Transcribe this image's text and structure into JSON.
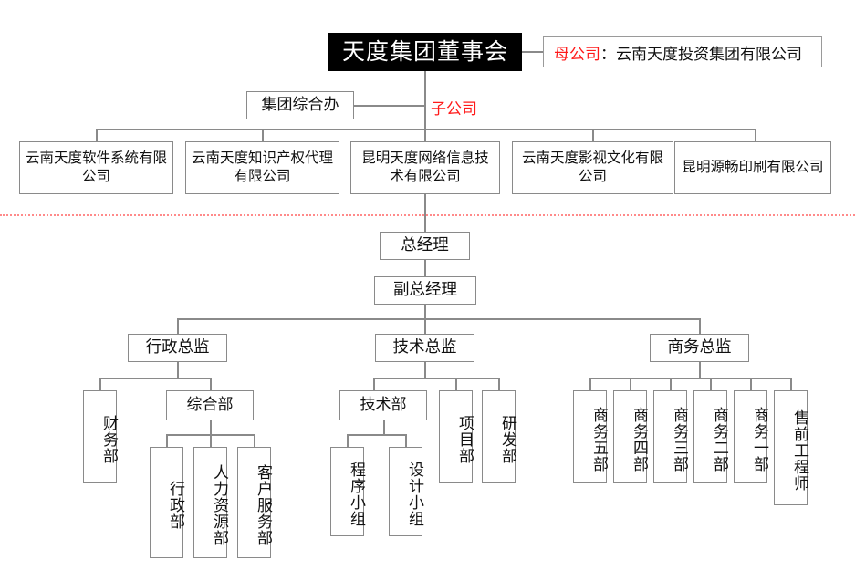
{
  "chart": {
    "title": "天度集团董事会",
    "parent_label": "母公司",
    "parent_sep": "：",
    "parent_company": "云南天度投资集团有限公司",
    "sub_label": "子公司",
    "group_office": "集团综合办",
    "subsidiaries": [
      "云南天度软件系统有限公司",
      "云南天度知识产权代理有限公司",
      "昆明天度网络信息技术有限公司",
      "云南天度影视文化有限公司",
      "昆明源畅印刷有限公司"
    ],
    "general_manager": "总经理",
    "deputy_general_manager": "副总经理",
    "directors": [
      "行政总监",
      "技术总监",
      "商务总监"
    ],
    "admin_departments": [
      "财务部",
      "综合部"
    ],
    "admin_sub_departments": [
      "行政部",
      "人力资源部",
      "客户服务部"
    ],
    "tech_departments": [
      "技术部",
      "项目部",
      "研发部"
    ],
    "tech_sub_groups": [
      "程序小组",
      "设计小组"
    ],
    "business_departments": [
      "商务五部",
      "商务四部",
      "商务三部",
      "商务二部",
      "商务一部",
      "售前工程师"
    ]
  },
  "colors": {
    "header_bg": "#000000",
    "header_text": "#ffffff",
    "box_border": "#8a8a8a",
    "accent_red": "#ff1a1a",
    "divider_red": "#ff8a8a",
    "background": "#ffffff"
  }
}
